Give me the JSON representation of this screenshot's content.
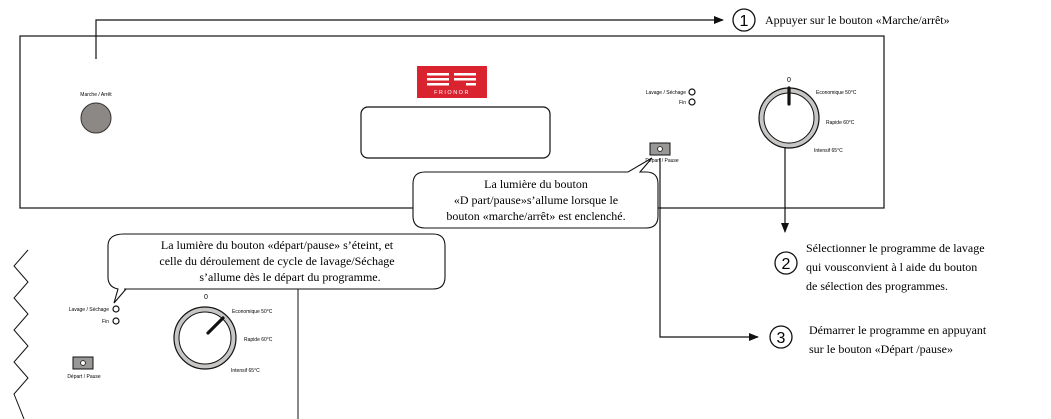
{
  "panel": {
    "marche_label": "Marche / Arrêt",
    "brand_logo_text": "FRIONOR",
    "lavage_label": "Lavage / Séchage",
    "fin_label": "Fin",
    "depart_label": "Départ / Pause"
  },
  "dial": {
    "zero": "0",
    "eco": "Economique 50°C",
    "rapide": "Rapide 60°C",
    "intensif": "Intensif 65°C"
  },
  "detail": {
    "lavage_label": "Lavage / Séchage",
    "fin_label": "Fin",
    "depart_label": "Départ / Pause",
    "zero": "0",
    "eco": "Economique 50°C",
    "rapide": "Rapide 60°C",
    "intensif": "Intensif 65°C"
  },
  "callouts": {
    "bubble_top": [
      "La lumière du bouton",
      "«D  part/pause»s’allume lorsque le",
      "bouton «marche/arrêt» est enclenché."
    ],
    "bubble_bottom": [
      "La lumière du bouton «départ/pause» s’éteint, et",
      "celle du déroulement de cycle de lavage/Séchage",
      "s’allume dès le départ du programme."
    ]
  },
  "steps": [
    {
      "number": "1",
      "lines": [
        "Appuyer sur le bouton «Marche/arrêt»"
      ]
    },
    {
      "number": "2",
      "lines": [
        "Sélectionner le programme de lavage",
        "qui vousconvient à l aide du bouton",
        "de sélection des programmes."
      ]
    },
    {
      "number": "3",
      "lines": [
        "Démarrer le programme en appuyant",
        "sur le bouton «Départ /pause»"
      ]
    }
  ],
  "colors": {
    "logo_red": "#d9232e",
    "knob_gray": "#8c8886",
    "button_gray": "#9a9896"
  }
}
